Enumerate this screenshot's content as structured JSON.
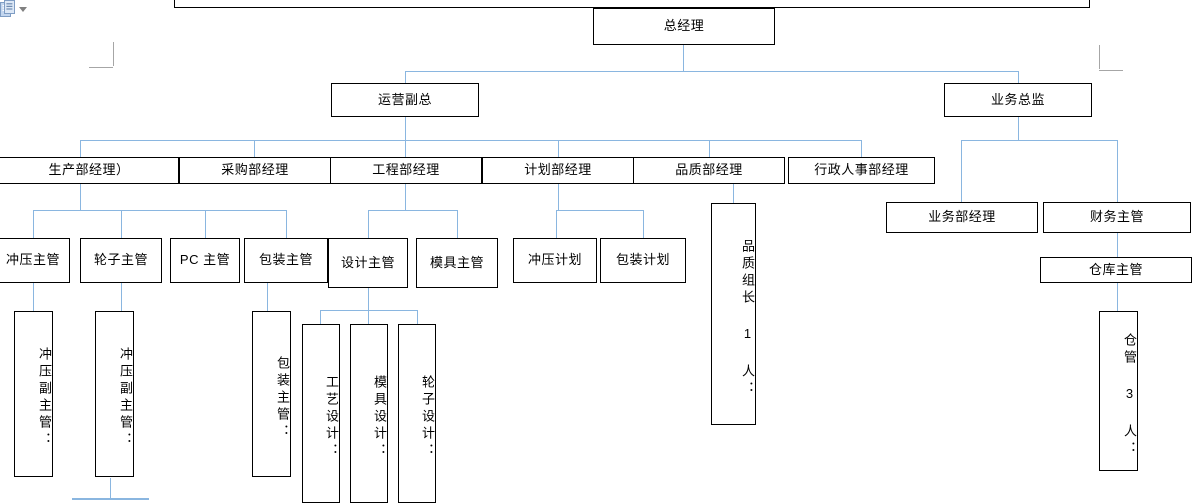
{
  "document": {
    "type": "organization-chart",
    "language": "zh-CN",
    "accent_connector_color": "#8ab6e0",
    "box_border_color": "#000000",
    "background_color": "#ffffff"
  },
  "paste_options": {
    "icon": "paste-clipboard-icon",
    "caret": "chevron-down-icon"
  },
  "chart": {
    "levels": [
      {
        "name": "level-1",
        "nodes": [
          {
            "id": "gm",
            "label": "总经理",
            "orientation": "horizontal"
          }
        ]
      },
      {
        "name": "level-2",
        "nodes": [
          {
            "id": "ops-vp",
            "label": "运营副总",
            "orientation": "horizontal"
          },
          {
            "id": "biz-director",
            "label": "业务总监",
            "orientation": "horizontal"
          }
        ]
      },
      {
        "name": "level-3",
        "nodes": [
          {
            "id": "prod-mgr",
            "label": "生产部经理）",
            "orientation": "horizontal"
          },
          {
            "id": "purchase-mgr",
            "label": "采购部经理",
            "orientation": "horizontal"
          },
          {
            "id": "eng-mgr",
            "label": "工程部经理",
            "orientation": "horizontal"
          },
          {
            "id": "plan-mgr",
            "label": "计划部经理",
            "orientation": "horizontal"
          },
          {
            "id": "quality-mgr",
            "label": "品质部经理",
            "orientation": "horizontal"
          },
          {
            "id": "hr-admin-mgr",
            "label": "行政人事部经理",
            "orientation": "horizontal"
          }
        ]
      },
      {
        "name": "level-4",
        "nodes": [
          {
            "id": "stamp-sup",
            "label": "冲压主管",
            "orientation": "horizontal"
          },
          {
            "id": "wheel-sup",
            "label": "轮子主管",
            "orientation": "horizontal"
          },
          {
            "id": "pc-sup",
            "label": "PC 主管",
            "orientation": "horizontal"
          },
          {
            "id": "pack-sup",
            "label": "包装主管",
            "orientation": "horizontal"
          },
          {
            "id": "design-sup",
            "label": "设计主管",
            "orientation": "horizontal"
          },
          {
            "id": "mold-sup",
            "label": "模具主管",
            "orientation": "horizontal"
          },
          {
            "id": "stamp-plan",
            "label": "冲压计划",
            "orientation": "horizontal"
          },
          {
            "id": "pack-plan",
            "label": "包装计划",
            "orientation": "horizontal"
          },
          {
            "id": "quality-leader",
            "label": "品质组长 1 人：",
            "orientation": "vertical"
          },
          {
            "id": "biz-mgr",
            "label": "业务部经理",
            "orientation": "horizontal"
          },
          {
            "id": "finance-sup",
            "label": "财务主管",
            "orientation": "horizontal"
          }
        ]
      },
      {
        "name": "level-5",
        "nodes": [
          {
            "id": "stamp-deputy-1",
            "label": "冲压副主管：",
            "orientation": "vertical"
          },
          {
            "id": "stamp-deputy-2",
            "label": "冲压副主管：",
            "orientation": "vertical"
          },
          {
            "id": "pack-sup-detail",
            "label": "包装主管：",
            "orientation": "vertical"
          },
          {
            "id": "process-design",
            "label": "工艺设计：",
            "orientation": "vertical"
          },
          {
            "id": "mold-design",
            "label": "模具设计：",
            "orientation": "vertical"
          },
          {
            "id": "wheel-design",
            "label": "轮子设计：",
            "orientation": "vertical"
          },
          {
            "id": "warehouse-sup",
            "label": "仓库主管",
            "orientation": "horizontal"
          }
        ]
      },
      {
        "name": "level-6",
        "nodes": [
          {
            "id": "warehouse-staff",
            "label": "仓管 3 人：",
            "orientation": "vertical"
          }
        ]
      }
    ]
  }
}
